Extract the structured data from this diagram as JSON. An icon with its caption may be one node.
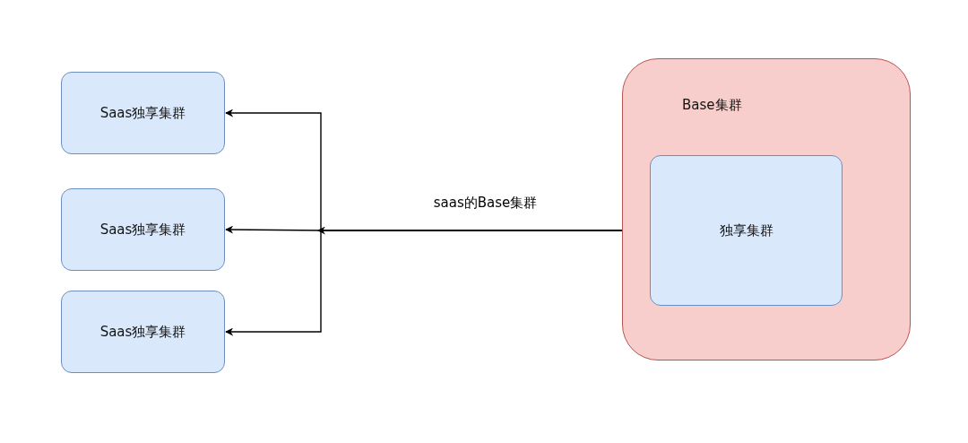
{
  "diagram": {
    "nodes": [
      {
        "text": [
          "Saas独享集群"
        ]
      },
      {
        "text": [
          "Saas独享集群"
        ]
      },
      {
        "text": [
          "Saas独享集群"
        ]
      },
      {
        "text": [
          "Base集群"
        ]
      },
      {
        "text": [
          "独享集群"
        ],
        "in": 3
      }
    ],
    "edges": [
      {
        "from": 4,
        "to": 0,
        "arrow": "to"
      },
      {
        "from": 4,
        "to": 1,
        "arrow": "to",
        "label": "saas的Base集群"
      },
      {
        "from": 4,
        "to": 2,
        "arrow": "to"
      }
    ]
  }
}
